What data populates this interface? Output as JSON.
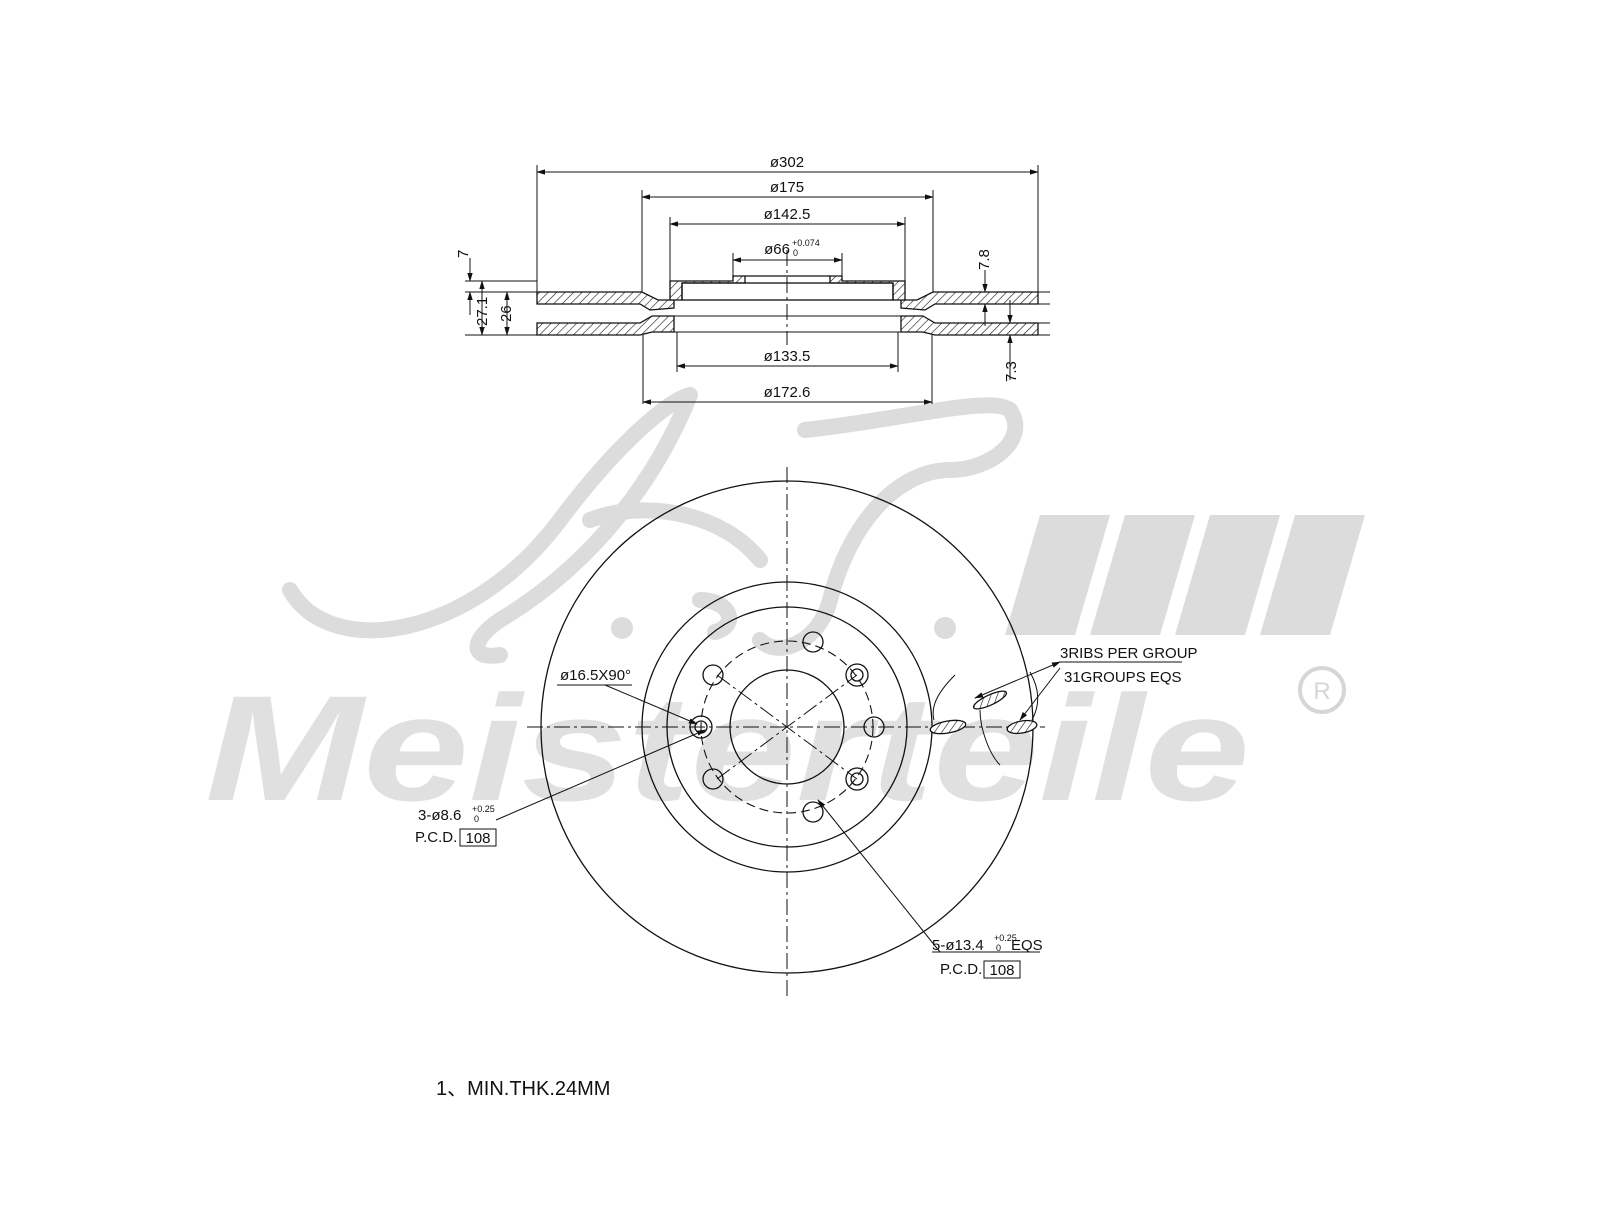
{
  "watermark": {
    "script": "A.M.",
    "brand": "Meisterteile",
    "registered_mark": "R"
  },
  "section_view": {
    "dia_overall": "ø302",
    "dia_175": "ø175",
    "dia_142": "ø142.5",
    "dia_center": "ø66",
    "dia_center_tol_upper": "+0.074",
    "dia_center_tol_lower": "0",
    "dia_133": "ø133.5",
    "dia_172": "ø172.6",
    "thk_7": "7",
    "thk_27": "27.1",
    "thk_26": "26",
    "thk_78": "7.8",
    "thk_73": "7.3"
  },
  "front_view": {
    "chamfer_label": "ø16.5X90°",
    "small_holes_prefix": "3-ø8.6",
    "small_holes_tol_upper": "+0.25",
    "small_holes_tol_lower": "0",
    "small_pcd_label": "P.C.D.",
    "small_pcd_value": "108",
    "bolt_holes_prefix": "5-ø13.4",
    "bolt_holes_tol_upper": "+0.25",
    "bolt_holes_tol_lower": "0",
    "bolt_holes_suffix": "EQS",
    "bolt_pcd_label": "P.C.D.",
    "bolt_pcd_value": "108",
    "ribs_line1": "3RIBS PER GROUP",
    "ribs_line2": "31GROUPS EQS"
  },
  "notes": {
    "note1": "1、MIN.THK.24MM"
  }
}
